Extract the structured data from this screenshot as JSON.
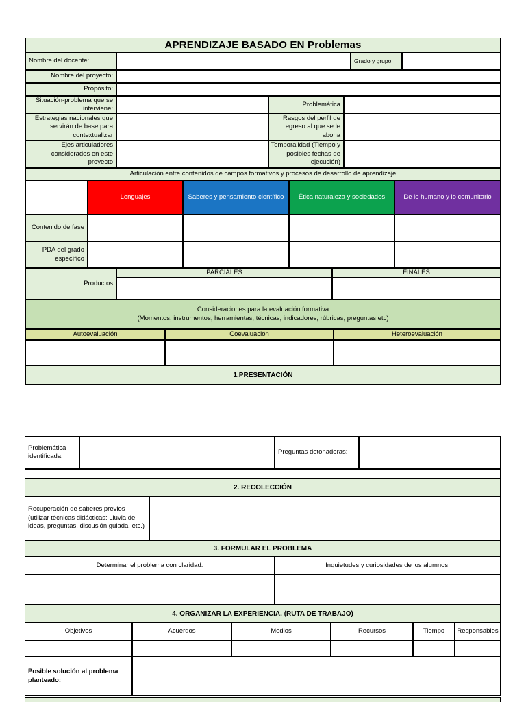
{
  "theme": {
    "light_green": "#e2efda",
    "medium_green": "#c6e0b4",
    "yellow_green": "#dce3a0",
    "border_black": "#000000"
  },
  "table1": {
    "title": "APRENDIZAJE BASADO EN Problemas",
    "docente_label": "Nombre del docente:",
    "grado_label": "Grado y grupo:",
    "proyecto_label": "Nombre del proyecto:",
    "proposito_label": "Propósito:",
    "situacion_label": "Situación-problema que se interviene:",
    "problematica_label": "Problemática",
    "estrategias_label": "Estrategias nacionales que servirán de base para contextualizar",
    "rasgos_label": "Rasgos del perfil de egreso al que se le abona",
    "ejes_label": "Ejes articuladores considerados en este proyecto",
    "temporalidad_label": "Temporalidad (Tiempo y posibles fechas de ejecución)",
    "articulacion_band": "Articulación entre contenidos de campos formativos y procesos de desarrollo de aprendizaje",
    "campos": [
      {
        "label": "Lenguajes",
        "color": "#ff0000"
      },
      {
        "label": "Saberes y pensamiento científico",
        "color": "#1b75c4"
      },
      {
        "label": "Ética naturaleza y sociedades",
        "color": "#0ca24e"
      },
      {
        "label": "De lo humano y lo comunitario",
        "color": "#7030a0"
      }
    ],
    "contenido_label": "Contenido de fase",
    "pda_label": "PDA del grado específico",
    "productos_label": "Productos",
    "parciales_label": "PARCIALES",
    "finales_label": "FINALES",
    "consideraciones_line1": "Consideraciones para la evaluación formativa",
    "consideraciones_line2": "(Momentos, instrumentos, herramientas, técnicas, indicadores, rúbricas, preguntas etc)",
    "eval_headers": [
      "Autoevaluación",
      "Coevaluación",
      "Heteroevaluación"
    ],
    "presentacion_band": "1.PRESENTACIÓN"
  },
  "table2": {
    "problematica_label": "Problemática identificada:",
    "preguntas_label": "Preguntas detonadoras:",
    "band2": "2. RECOLECCIÓN",
    "recuperacion_label": "Recuperación de saberes previos (utilizar técnicas didácticas: Lluvia de ideas, preguntas, discusión guiada, etc.)",
    "band3": "3. FORMULAR EL PROBLEMA",
    "determinar_label": "Determinar el problema con claridad:",
    "inquietudes_label": "Inquietudes y curiosidades de los alumnos:",
    "band4": "4. ORGANIZAR LA EXPERIENCIA. (RUTA DE TRABAJO)",
    "org_columns": [
      "Objetivos",
      "Acuerdos",
      "Medios",
      "Recursos",
      "Tiempo",
      "Responsables"
    ],
    "posible_label": "Posible solución al problema planteado:"
  }
}
